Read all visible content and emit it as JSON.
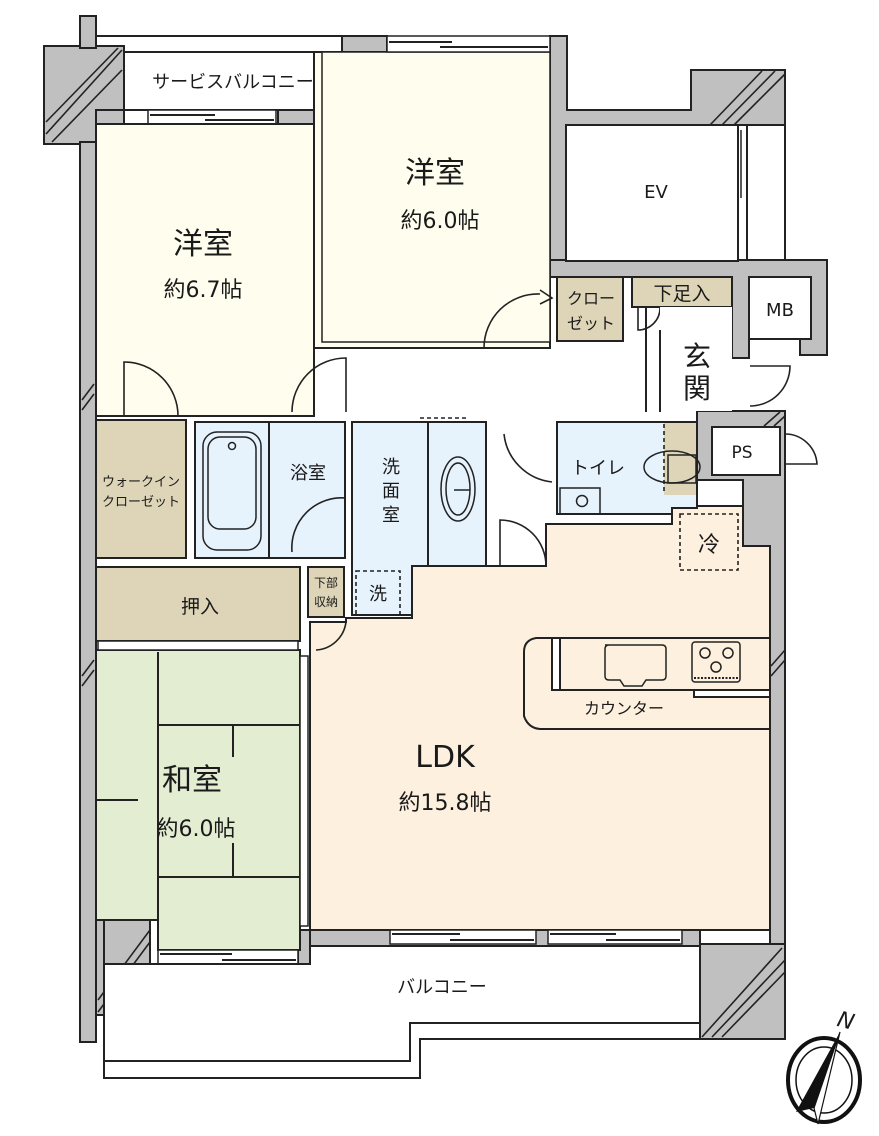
{
  "plan": {
    "rooms": [
      {
        "id": "western_room_1",
        "name": "洋室",
        "size": "約6.7帖"
      },
      {
        "id": "western_room_2",
        "name": "洋室",
        "size": "約6.0帖"
      },
      {
        "id": "japanese_room",
        "name": "和室",
        "size": "約6.0帖"
      },
      {
        "id": "ldk",
        "name": "LDK",
        "size": "約15.8帖"
      }
    ],
    "labels": {
      "service_balcony": "サービスバルコニー",
      "elevator": "EV",
      "closet": [
        "クロー",
        "ゼット"
      ],
      "shoe_storage": "下足入",
      "meter_box": "MB",
      "entrance": [
        "玄",
        "関"
      ],
      "pipe_space": "PS",
      "walk_in_closet": [
        "ウォークイン",
        "クローゼット"
      ],
      "bathroom": "浴室",
      "washroom": [
        "洗",
        "面",
        "室"
      ],
      "washer": "洗",
      "under_storage": [
        "下部",
        "収納"
      ],
      "toilet": "トイレ",
      "fridge": "冷",
      "oshiire": "押入",
      "counter": "カウンター",
      "balcony": "バルコニー",
      "north": "N"
    },
    "colors": {
      "western": "#fffdee",
      "storage": "#ded5b8",
      "water": "#e6f2fc",
      "ldk": "#fdf0df",
      "washitsu": "#e2edd1",
      "wall": "#c0c0c0"
    }
  }
}
